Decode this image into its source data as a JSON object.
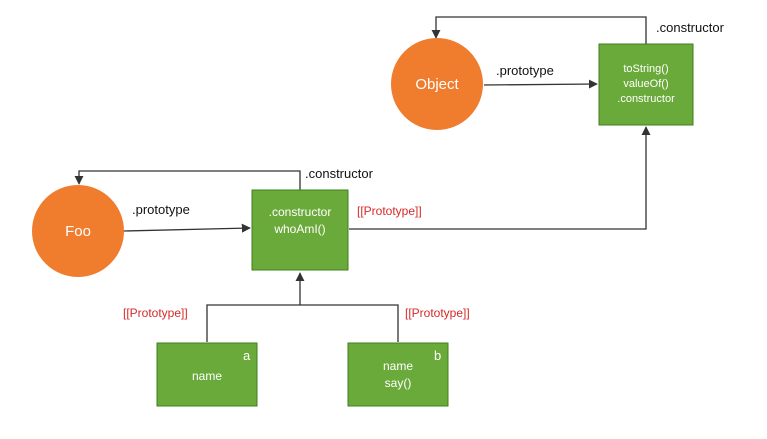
{
  "colors": {
    "circle_fill": "#f07c2e",
    "box_fill": "#6aaa3a",
    "box_stroke": "#3f7f1c",
    "line": "#333333",
    "prototype_label": "#d42a2a"
  },
  "nodes": {
    "object_circle": {
      "label": "Object"
    },
    "object_proto": {
      "lines": [
        "toString()",
        "valueOf()",
        ".constructor"
      ]
    },
    "foo_circle": {
      "label": "Foo"
    },
    "foo_proto": {
      "lines": [
        ".constructor",
        "whoAmI()"
      ]
    },
    "a_box": {
      "corner": "a",
      "lines": [
        "name"
      ]
    },
    "b_box": {
      "corner": "b",
      "lines": [
        "name",
        "say()"
      ]
    }
  },
  "edges": {
    "object_constructor": ".constructor",
    "object_prototype": ".prototype",
    "foo_constructor": ".constructor",
    "foo_prototype": ".prototype",
    "foo_proto_to_object_proto": "[[Prototype]]",
    "a_to_foo_proto": "[[Prototype]]",
    "b_to_foo_proto": "[[Prototype]]"
  }
}
